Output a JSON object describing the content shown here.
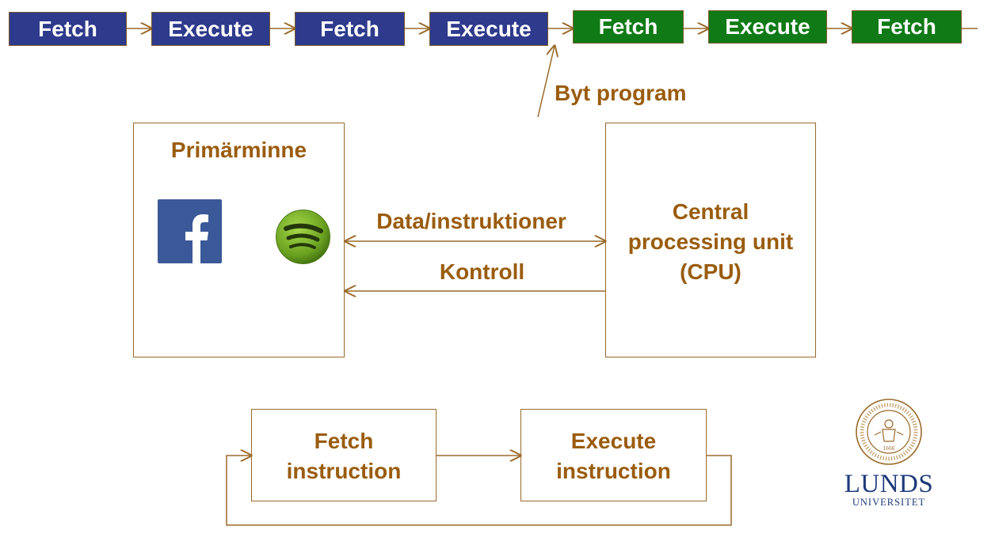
{
  "pipeline": {
    "items": [
      {
        "label": "Fetch",
        "phase": "old"
      },
      {
        "label": "Execute",
        "phase": "old"
      },
      {
        "label": "Fetch",
        "phase": "old"
      },
      {
        "label": "Execute",
        "phase": "old"
      },
      {
        "label": "Fetch",
        "phase": "new"
      },
      {
        "label": "Execute",
        "phase": "new"
      },
      {
        "label": "Fetch",
        "phase": "new"
      }
    ],
    "switch_label": "Byt program"
  },
  "memory": {
    "title": "Primärminne",
    "apps": [
      {
        "icon": "facebook-icon"
      },
      {
        "icon": "spotify-icon"
      }
    ]
  },
  "cpu": {
    "line1": "Central",
    "line2": "processing unit",
    "line3": "(CPU)"
  },
  "links": {
    "data_label": "Data/instruktioner",
    "control_label": "Kontroll"
  },
  "cycle": {
    "fetch_line1": "Fetch",
    "fetch_line2": "instruction",
    "execute_line1": "Execute",
    "execute_line2": "instruction"
  },
  "logo": {
    "name_line1": "LUNDS",
    "name_line2": "UNIVERSITET",
    "seal_text": "1666"
  },
  "colors": {
    "old_program": "#2e3a8c",
    "new_program": "#0f7a16",
    "text_accent": "#9a5c0e",
    "lines": "#9a6a2a",
    "logo_blue": "#1e3a7a"
  }
}
